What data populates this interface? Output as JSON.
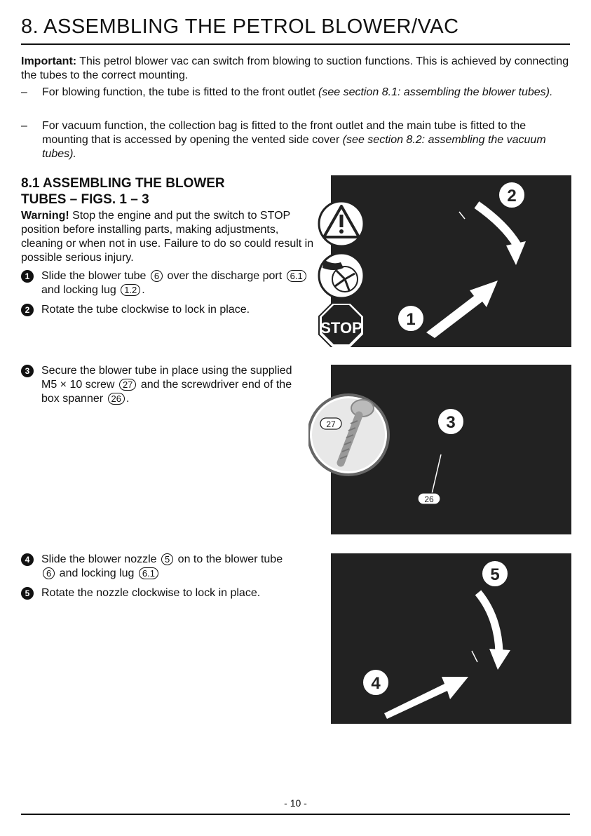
{
  "title": "8.   ASSEMBLING THE PETROL BLOWER/VAC",
  "intro": {
    "label": "Important:",
    "text": " This petrol blower vac can switch from blowing to suction functions. This is achieved by connecting the tubes to the correct mounting."
  },
  "bullets": [
    {
      "dash": "–",
      "text": "For blowing function, the tube is fitted to the front outlet ",
      "ref": "(see section 8.1: assembling the blower tubes)."
    },
    {
      "dash": "–",
      "text": "For vacuum function, the collection bag is fitted to the front outlet and the main tube is fitted to the mounting that is accessed by opening the vented side cover ",
      "ref": "(see section 8.2: assembling the vacuum tubes)."
    }
  ],
  "section": {
    "title_line1": "8.1 ASSEMBLING THE BLOWER",
    "title_line2": "TUBES – FIGS. 1 – 3"
  },
  "warning": {
    "label": "Warning!",
    "text": " Stop the engine and put the switch to STOP position before installing parts, making adjustments, cleaning or when not in use. Failure to do so could result in possible serious injury."
  },
  "steps": [
    {
      "num": "1",
      "a": "Slide the blower tube ",
      "r1": "6",
      "b": " over the discharge port ",
      "r2": "6.1",
      "c": " and locking lug ",
      "r3": "1.2",
      "d": "."
    },
    {
      "num": "2",
      "text": "Rotate the tube clockwise to lock in place."
    },
    {
      "num": "3",
      "a": "Secure the blower tube in place using the supplied M5 × 10 screw ",
      "r1": "27",
      "b": " and the screwdriver end of the box spanner ",
      "r2": "26",
      "c": "."
    },
    {
      "num": "4",
      "a": "Slide the blower nozzle ",
      "r1": "5",
      "b": " on to the blower tube ",
      "r2": "6",
      "c": " and locking lug ",
      "r3": "6.1"
    },
    {
      "num": "5",
      "text": "Rotate the nozzle clockwise to lock in place."
    }
  ],
  "figures": {
    "fig1": {
      "callout1": "1",
      "callout2": "2",
      "stop_text": "STOP"
    },
    "fig2": {
      "callout3": "3",
      "ref27": "27",
      "ref26": "26"
    },
    "fig3": {
      "callout4": "4",
      "callout5": "5"
    }
  },
  "page_number": "- 10 -"
}
